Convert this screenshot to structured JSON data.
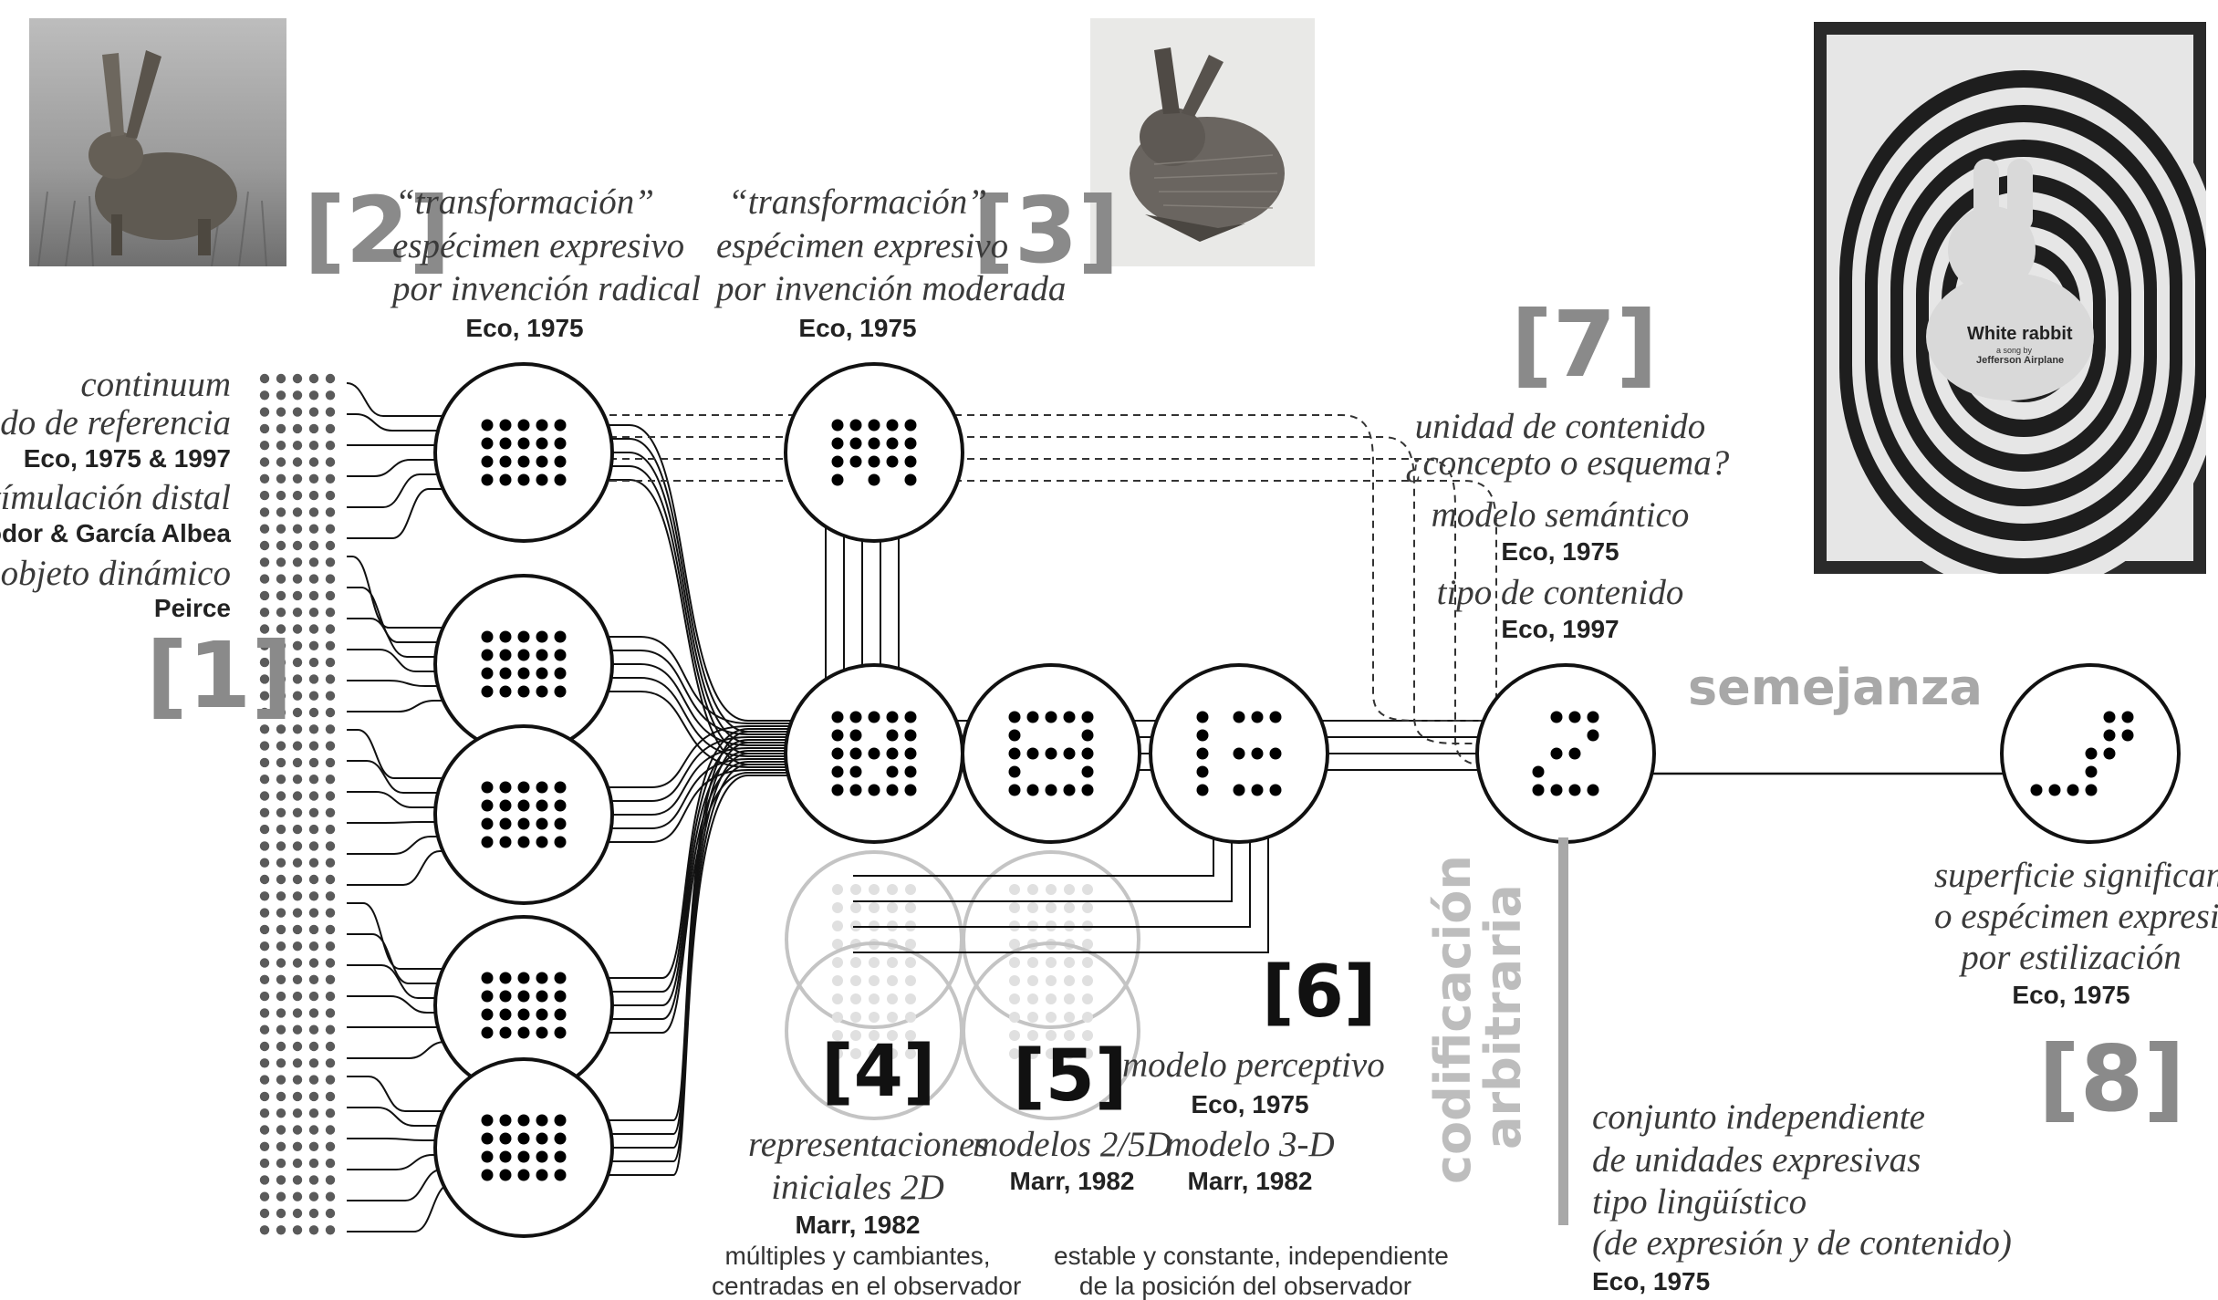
{
  "colors": {
    "grey_label": "#8a8a8a",
    "ink": "#111111",
    "bar": "#a8a8a8",
    "faded_ring": "#bdbdbd"
  },
  "photos": {
    "hare_photo": "hare-photo",
    "durer_hare": "durer-hare-drawing",
    "poster": {
      "title": "White rabbit",
      "sub1": "a song by",
      "sub2": "Jefferson Airplane"
    }
  },
  "labels": {
    "n1": "[1]",
    "n2": "[2]",
    "n3": "[3]",
    "n4": "[4]",
    "n5": "[5]",
    "n6": "[6]",
    "n7": "[7]",
    "n8": "[8]",
    "left": {
      "l1": "continuum",
      "l2": "mundo de referencia",
      "r1": "Eco, 1975 & 1997",
      "l3": "estímulación distal",
      "r2": "Fodor & García Albea",
      "l4": "objeto dinámico",
      "r3": "Peirce"
    },
    "t2": {
      "l1": "“transformación”",
      "l2": "espécimen expresivo",
      "l3": "por invención radical",
      "r": "Eco, 1975"
    },
    "t3": {
      "l1": "“transformación”",
      "l2": "espécimen expresivo",
      "l3": "por invención moderada",
      "r": "Eco, 1975"
    },
    "t7": {
      "l1": "unidad de contenido",
      "l2": "¿concepto o esquema?",
      "l3": "modelo semántico",
      "r1": "Eco, 1975",
      "l4": "tipo de contenido",
      "r2": "Eco, 1997"
    },
    "semejanza": "semejanza",
    "codificacion": {
      "l1": "codificación",
      "l2": "arbitraria"
    },
    "t4": {
      "l1": "representaciones",
      "l2": "iniciales 2D",
      "r": "Marr, 1982",
      "s1": "múltiples y cambiantes,",
      "s2": "centradas en el observador"
    },
    "t5": {
      "l1": "modelos 2/5D",
      "r": "Marr, 1982"
    },
    "t6": {
      "l1": "modelo perceptivo",
      "r1": "Eco, 1975",
      "l2": "modelo 3-D",
      "r2": "Marr, 1982",
      "s1": "estable y constante, independiente",
      "s2": "de la posición del observador"
    },
    "tling": {
      "l1": "conjunto independiente",
      "l2": "de unidades expresivas",
      "l3": "tipo lingüístico",
      "l4": "(de expresión y de contenido)",
      "r": "Eco, 1975"
    },
    "t8": {
      "l1": "superficie significante",
      "l2": "o espécimen expresivo",
      "l3": "por estilización",
      "r": "Eco, 1975"
    }
  }
}
